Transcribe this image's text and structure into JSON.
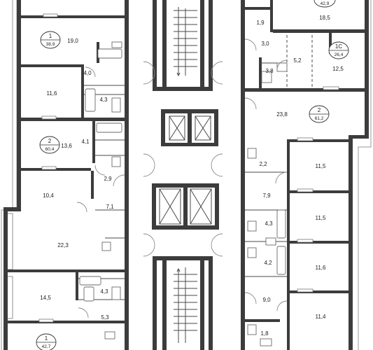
{
  "rooms": [
    {
      "id": "r1",
      "area": "19,0"
    },
    {
      "id": "r2",
      "area": "4,0"
    },
    {
      "id": "r3",
      "area": "11,6"
    },
    {
      "id": "r4",
      "area": "4,3"
    },
    {
      "id": "r5",
      "area": "13,6"
    },
    {
      "id": "r6",
      "area": "4,1"
    },
    {
      "id": "r7",
      "area": "10,4"
    },
    {
      "id": "r8",
      "area": "2,9"
    },
    {
      "id": "r9",
      "area": "7,1"
    },
    {
      "id": "r10",
      "area": "22,3"
    },
    {
      "id": "r11",
      "area": "14,5"
    },
    {
      "id": "r12",
      "area": "4,3"
    },
    {
      "id": "r13",
      "area": "5,3"
    },
    {
      "id": "r14",
      "area": "1,9"
    },
    {
      "id": "r15",
      "area": "18,5"
    },
    {
      "id": "r16",
      "area": "3,0"
    },
    {
      "id": "r17",
      "area": "5,2"
    },
    {
      "id": "r18",
      "area": "3,8"
    },
    {
      "id": "r19",
      "area": "12,5"
    },
    {
      "id": "r20",
      "area": "23,8"
    },
    {
      "id": "r21",
      "area": "2,2"
    },
    {
      "id": "r22",
      "area": "11,5"
    },
    {
      "id": "r23",
      "area": "7,9"
    },
    {
      "id": "r24",
      "area": "11,5"
    },
    {
      "id": "r25",
      "area": "4,3"
    },
    {
      "id": "r26",
      "area": "4,2"
    },
    {
      "id": "r27",
      "area": "11,6"
    },
    {
      "id": "r28",
      "area": "9,0"
    },
    {
      "id": "r29",
      "area": "11,4"
    },
    {
      "id": "r30",
      "area": "1,8"
    }
  ],
  "apartments": [
    {
      "id": "a1",
      "rooms": "1",
      "area": "38,9"
    },
    {
      "id": "a2",
      "rooms": "2",
      "area": "60,4"
    },
    {
      "id": "a3",
      "rooms": "1",
      "area": "42,7"
    },
    {
      "id": "a4",
      "rooms": "",
      "area": "42,9"
    },
    {
      "id": "a5",
      "rooms": "1С",
      "area": "26,4"
    },
    {
      "id": "a6",
      "rooms": "2",
      "area": "61,2"
    }
  ]
}
